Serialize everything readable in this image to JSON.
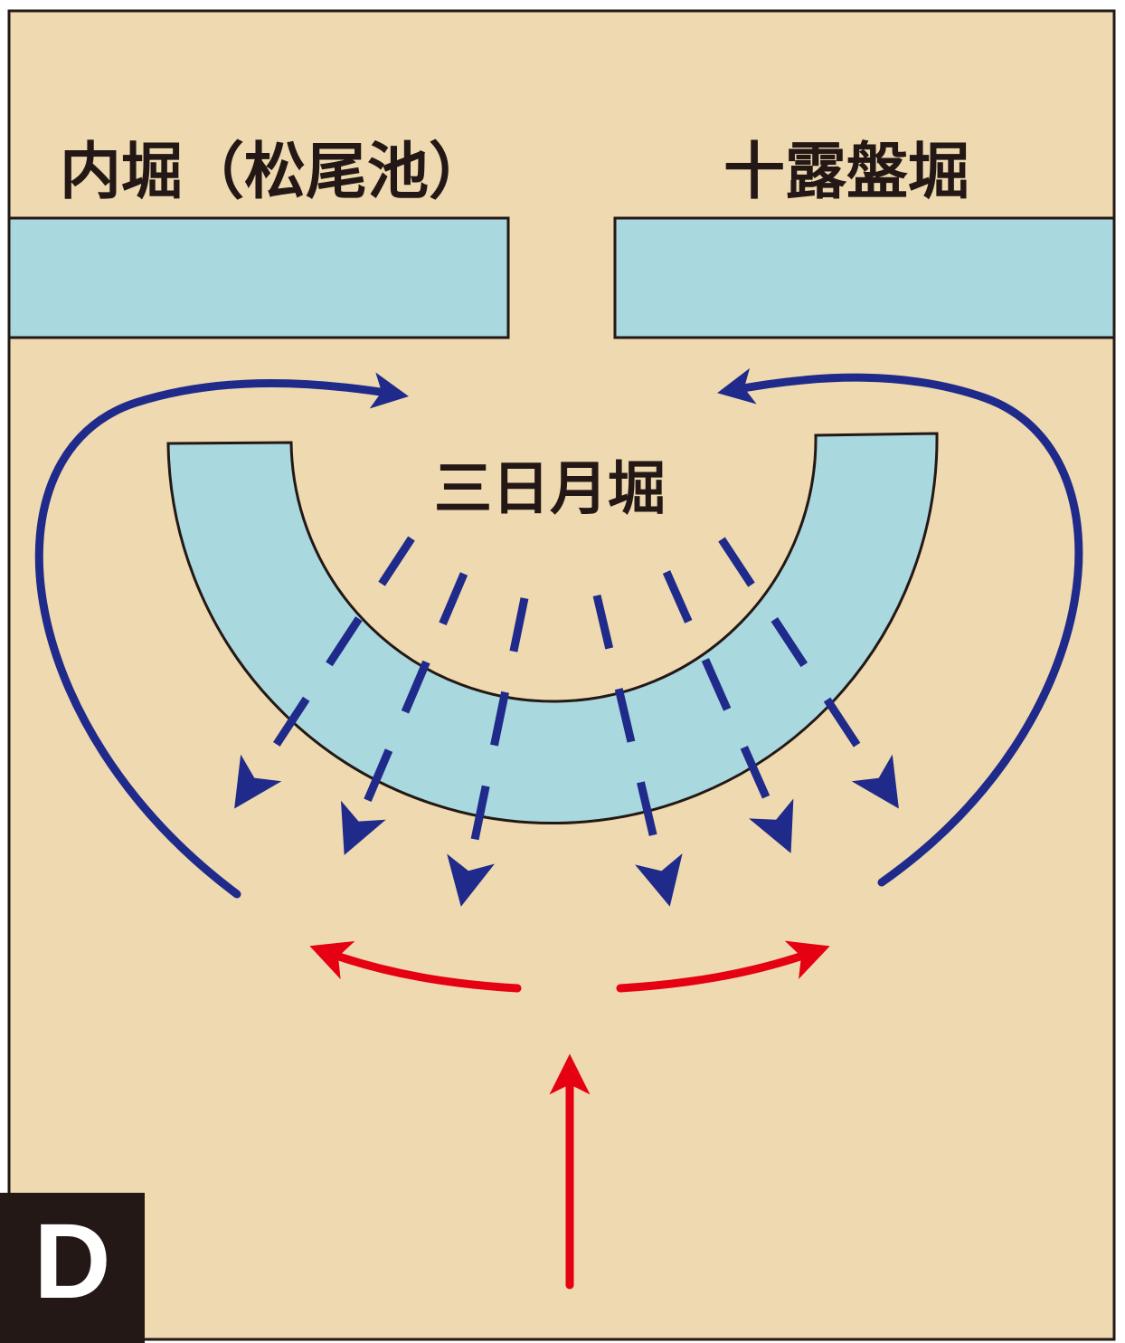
{
  "labels": {
    "inner_moat": "内堀（松尾池）",
    "jurobanbori": "十露盤堀",
    "mikazukibori": "三日月堀",
    "panel_letter": "D"
  },
  "colors": {
    "ground": "#EED9B0",
    "water": "#A9D8DE",
    "outline": "#231815",
    "defender_arrow": "#1F2A8A",
    "attacker_arrow": "#E50012",
    "badge_bg": "#231815",
    "badge_text": "#FFFFFF"
  }
}
